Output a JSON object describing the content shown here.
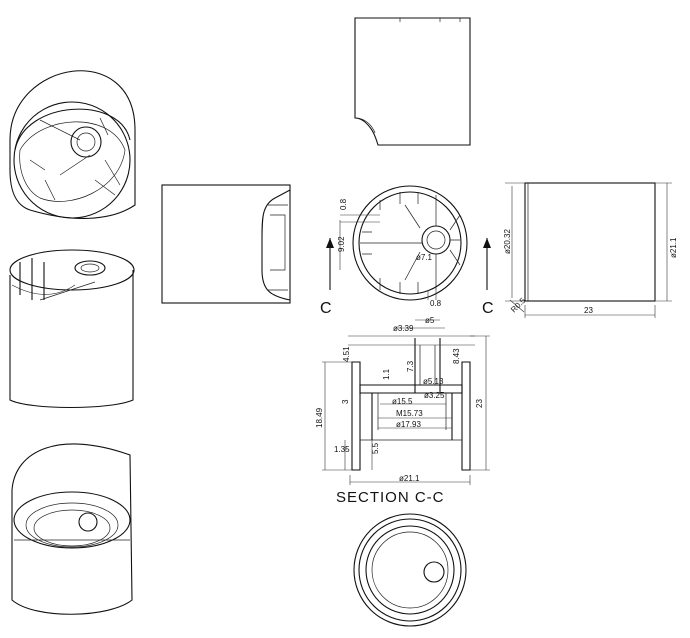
{
  "section_title": "SECTION C-C",
  "cut_labels": {
    "left": "C",
    "right": "C"
  },
  "top_view_dims": {
    "d1": "0.8",
    "d2": "9.02",
    "d3": "0.8",
    "d4": "ø7.1"
  },
  "side_view_dims": {
    "height_inner": "ø20.32",
    "height_outer": "ø21.1",
    "width": "23",
    "chamfer": "R0.5"
  },
  "section_dims": {
    "d_339": "ø3.39",
    "d_5": "ø5",
    "d_451": "4.51",
    "d_73": "7.3",
    "d_843": "8.43",
    "d_11": "1.1",
    "d_513": "ø5.13",
    "d_325": "ø3.25",
    "d_3": "3",
    "d_155": "ø15.5",
    "d_m1573": "M15.73",
    "d_1793": "ø17.93",
    "d_1849": "18.49",
    "d_23": "23",
    "d_135": "1.35",
    "d_55": "5.5",
    "d_211": "ø21.1"
  }
}
